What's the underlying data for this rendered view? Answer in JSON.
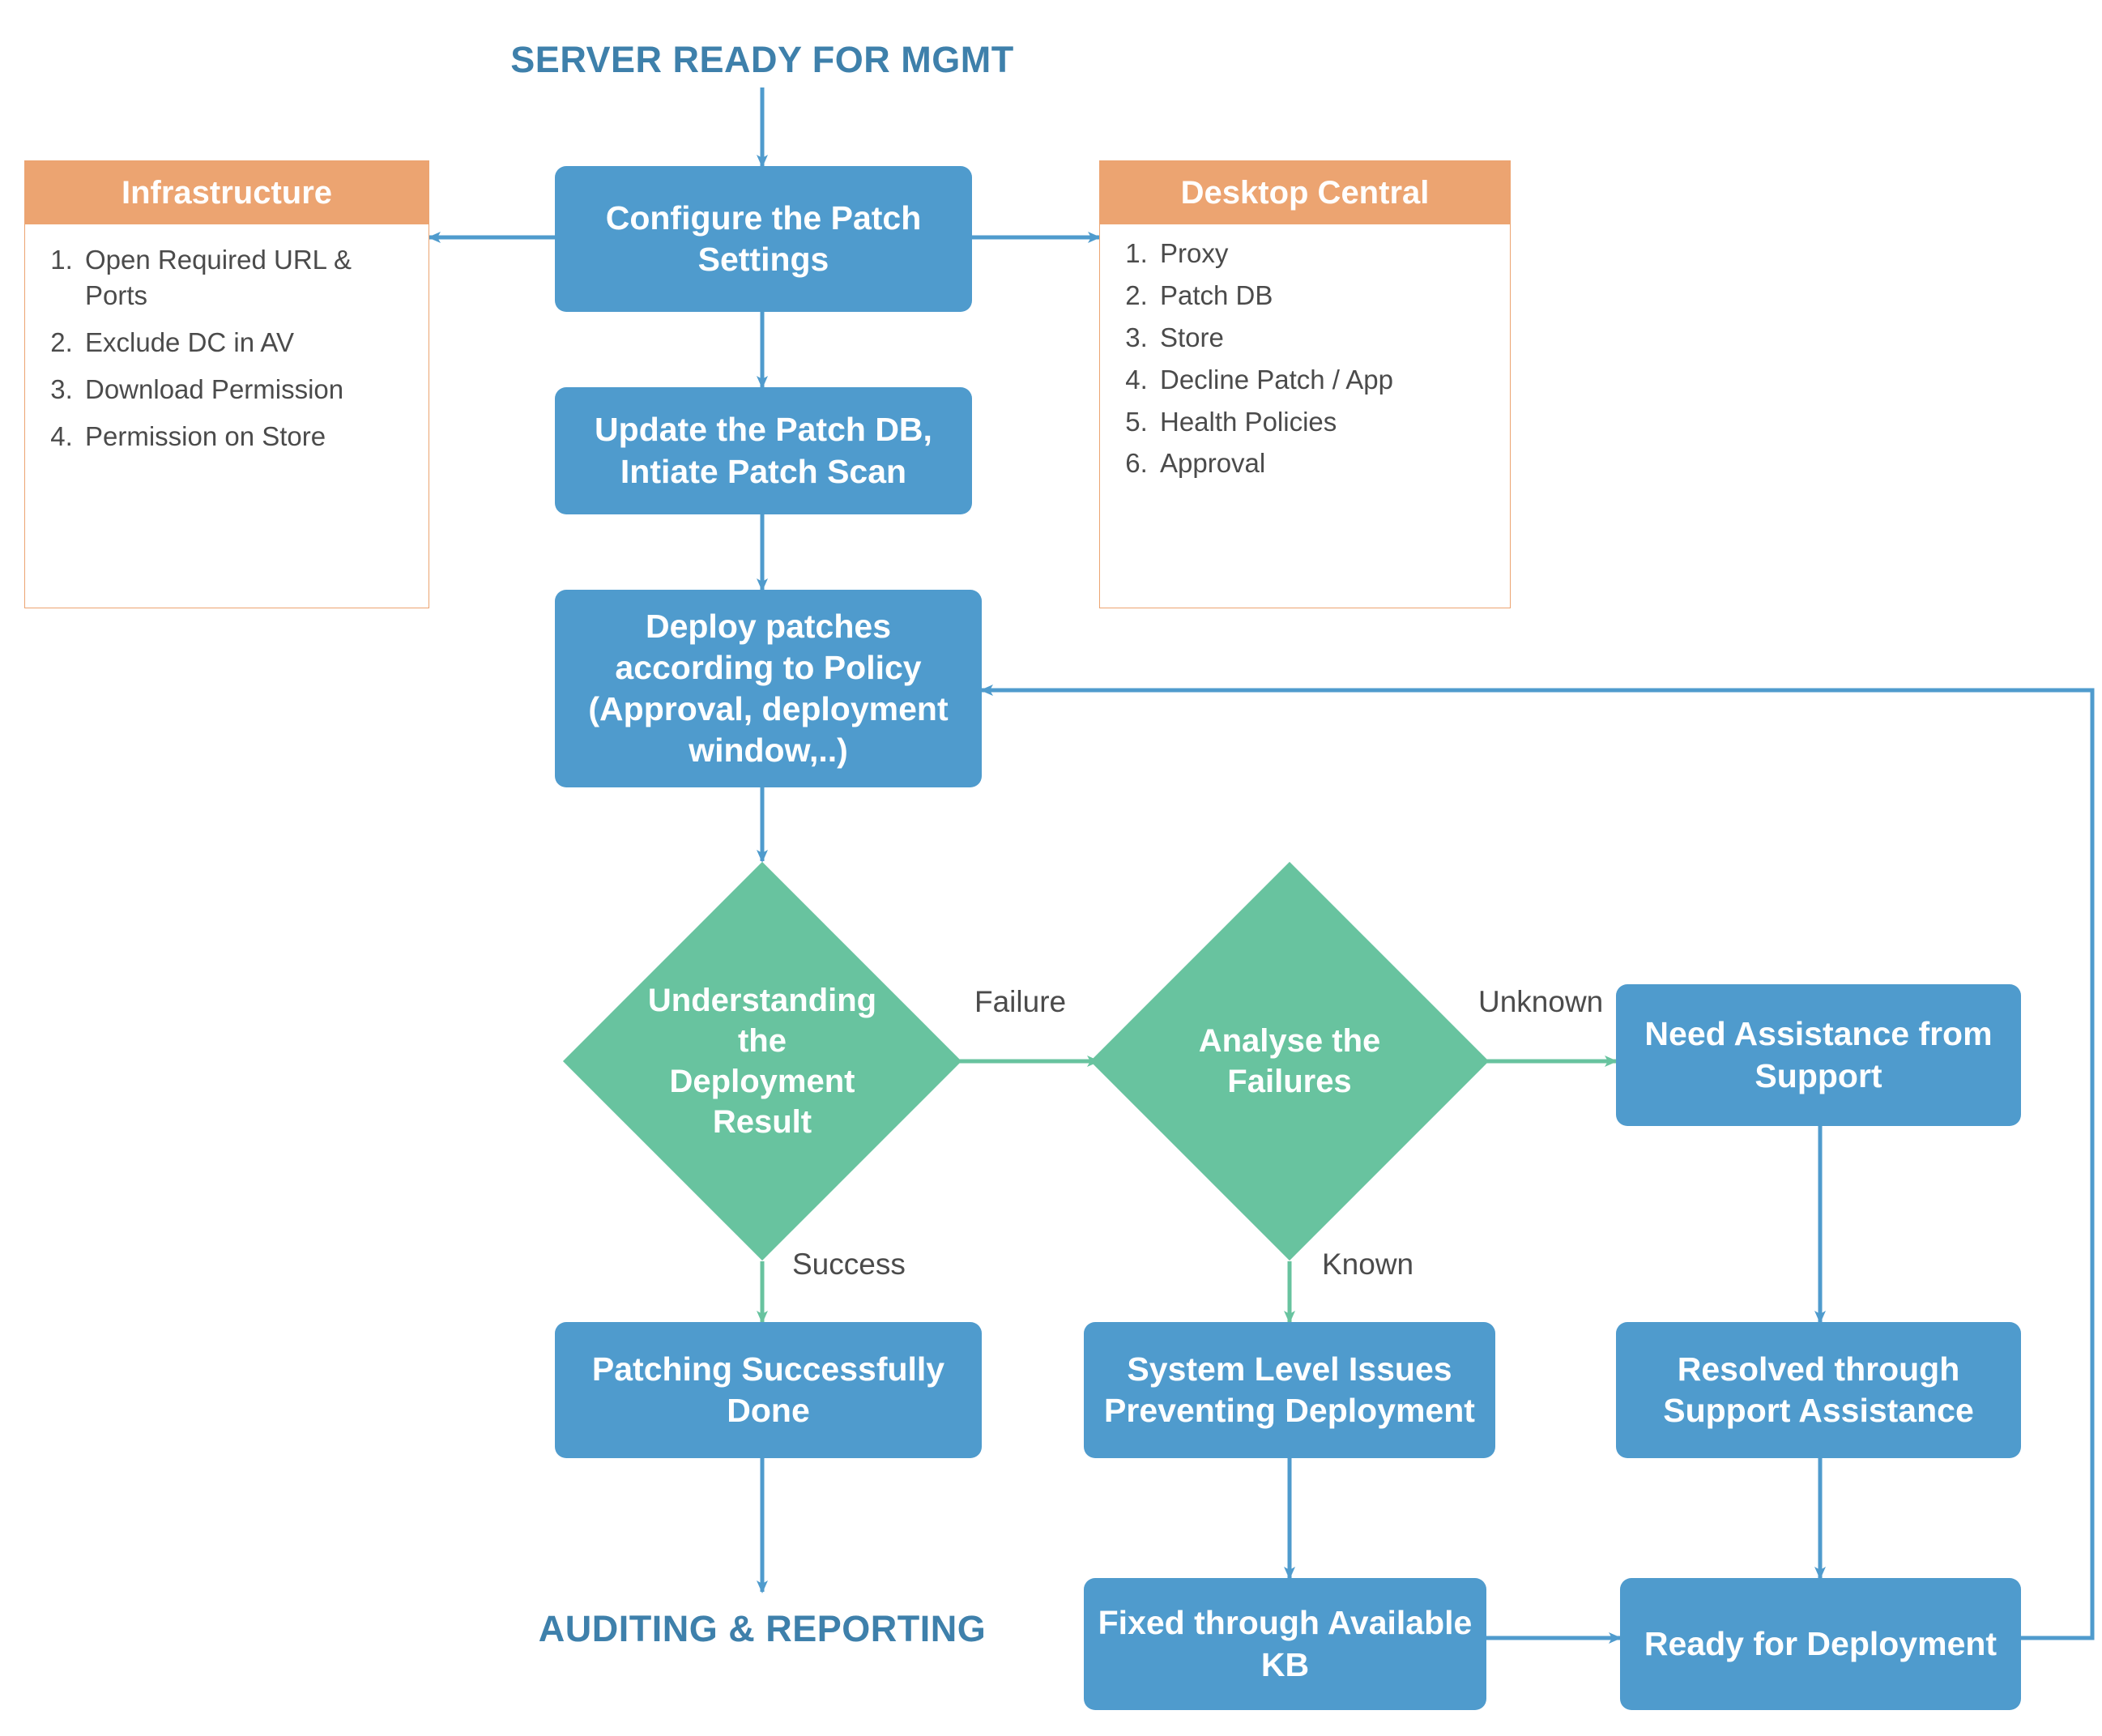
{
  "diagram": {
    "title_top": "SERVER READY FOR MGMT",
    "title_bottom": "AUDITING & REPORTING",
    "colors": {
      "process_fill": "#4f9bcd",
      "decision_fill": "#68c39f",
      "panel_header_fill": "#eca471",
      "terminator_text": "#3e80ab",
      "edge_label_text": "#4b4b4b",
      "blue_connector": "#4f9bcd",
      "green_connector": "#68c39f"
    }
  },
  "panels": {
    "infrastructure": {
      "header": "Infrastructure",
      "items": [
        "Open Required URL & Ports",
        "Exclude DC in AV",
        "Download Permission",
        "Permission on Store"
      ]
    },
    "desktop_central": {
      "header": "Desktop Central",
      "items": [
        "Proxy",
        "Patch DB",
        "Store",
        "Decline Patch / App",
        "Health Policies",
        "Approval"
      ]
    }
  },
  "nodes": {
    "configure_patch_settings": "Configure the Patch Settings",
    "update_patch_db": "Update the Patch DB, Intiate Patch Scan",
    "deploy_patches": "Deploy patches according to Policy (Approval, deployment window,..)",
    "understanding_result": "Understanding\nthe Deployment\nResult",
    "analyse_failures": "Analyse the\nFailures",
    "need_assistance": "Need Assistance from Support",
    "patching_done": "Patching Successfully Done",
    "system_level_issues": "System Level Issues Preventing Deployment",
    "resolved_support": "Resolved through Support Assistance",
    "fixed_kb": "Fixed through Available KB",
    "ready_deployment": "Ready for Deployment"
  },
  "edge_labels": {
    "failure": "Failure",
    "success": "Success",
    "unknown": "Unknown",
    "known": "Known"
  }
}
